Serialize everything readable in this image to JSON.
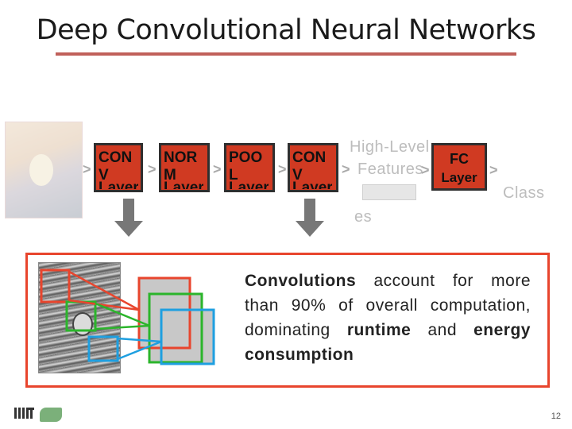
{
  "title": "Deep Convolutional Neural Networks",
  "pipeline": {
    "layers": [
      {
        "line1": "CON",
        "line2": "V",
        "line3": "Layer"
      },
      {
        "line1": "NOR",
        "line2": "M",
        "line3": "Layer"
      },
      {
        "line1": "POO",
        "line2": "L",
        "line3": "Layer"
      },
      {
        "line1": "CON",
        "line2": "V",
        "line3": "Layer"
      }
    ],
    "features_line1": "High-Level",
    "features_line2": "Features",
    "features_line3": "es",
    "fc_line1": "FC",
    "fc_line2": "Layer",
    "output": "Class"
  },
  "description": {
    "part1": "Convolutions",
    "part2": " account for more than 90% of overall computation, dominating ",
    "part3": "runtime",
    "part4": " and ",
    "part5": "energy consumption"
  },
  "page_number": "12",
  "colors": {
    "accent": "#d03a22",
    "frame": "#e8452d",
    "rule": "#c0605a"
  }
}
